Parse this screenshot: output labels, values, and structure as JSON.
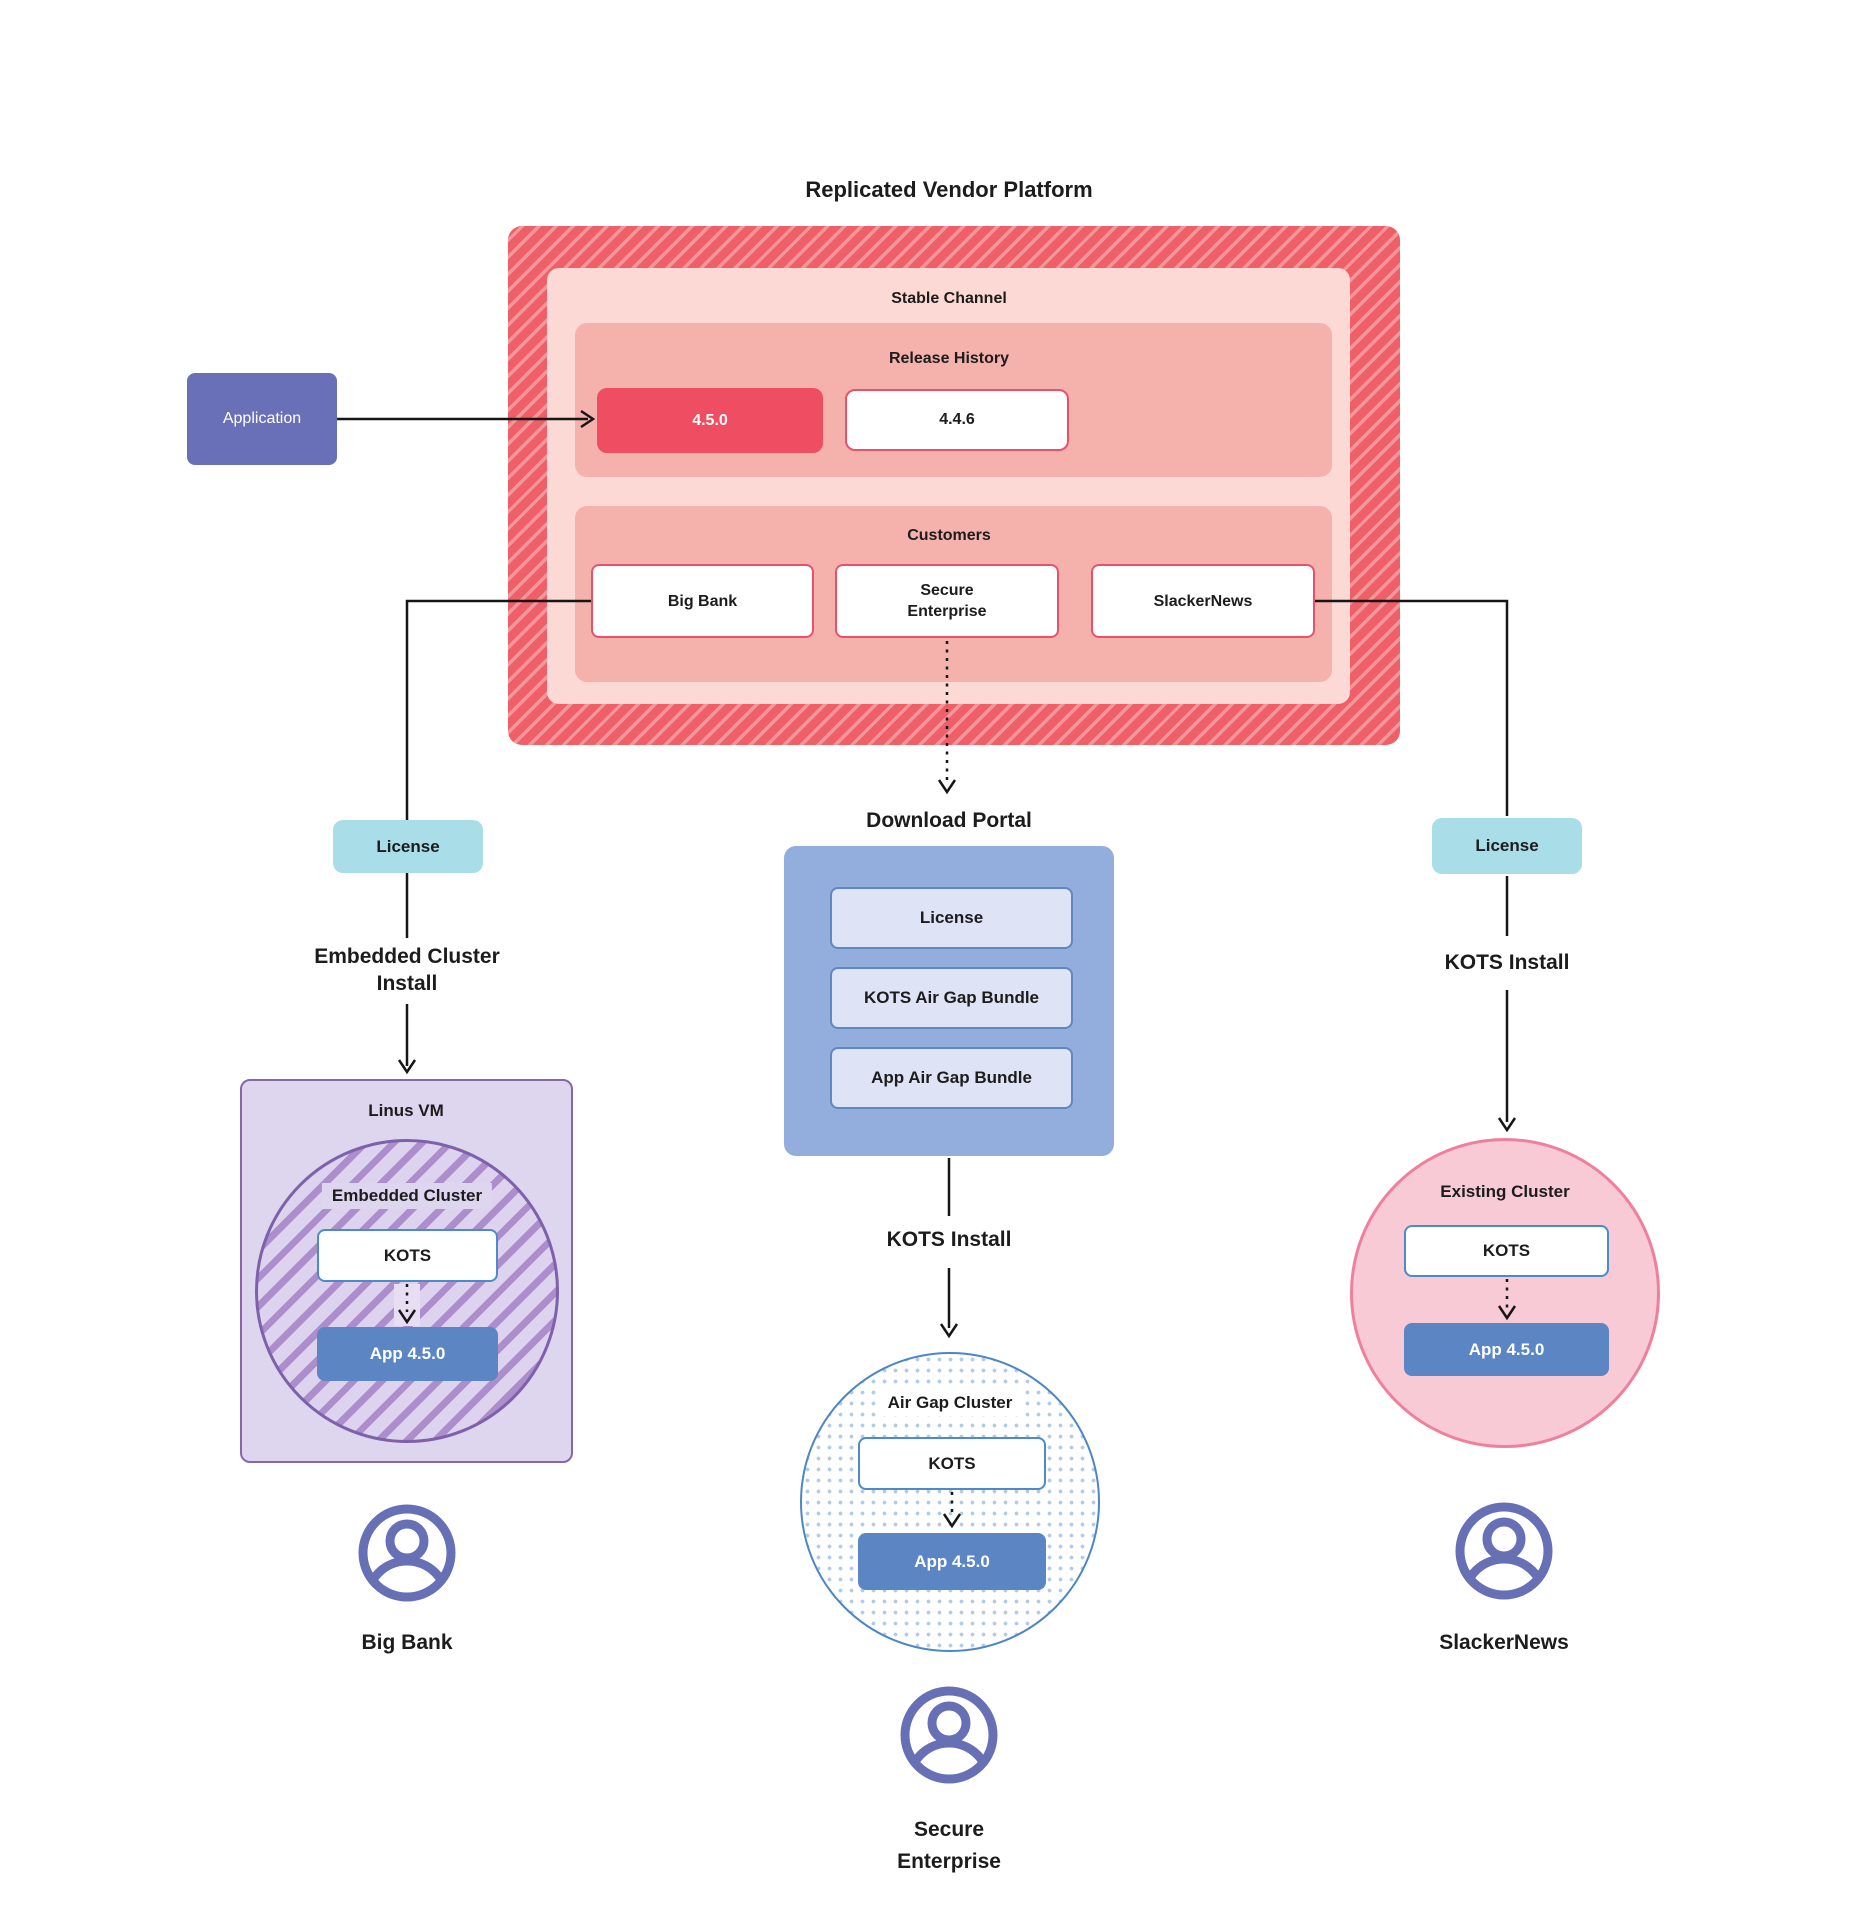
{
  "title": "Replicated Vendor Platform",
  "application": {
    "label": "Application"
  },
  "platform": {
    "stable_channel_label": "Stable Channel",
    "release_history_label": "Release History",
    "releases": [
      "4.5.0",
      "4.4.6"
    ],
    "customers_label": "Customers",
    "customers": [
      "Big Bank",
      "Secure Enterprise",
      "SlackerNews"
    ]
  },
  "left_flow": {
    "license_label": "License",
    "install_label_line1": "Embedded Cluster",
    "install_label_line2": "Install",
    "vm_label": "Linus VM",
    "cluster_label": "Embedded Cluster",
    "kots_label": "KOTS",
    "app_label": "App 4.5.0",
    "customer_name": "Big Bank"
  },
  "center_flow": {
    "portal_label": "Download Portal",
    "portal_items": [
      "License",
      "KOTS Air Gap Bundle",
      "App Air Gap Bundle"
    ],
    "install_label": "KOTS Install",
    "cluster_label": "Air Gap Cluster",
    "kots_label": "KOTS",
    "app_label": "App 4.5.0",
    "customer_name_line1": "Secure",
    "customer_name_line2": "Enterprise"
  },
  "right_flow": {
    "license_label": "License",
    "install_label": "KOTS Install",
    "cluster_label": "Existing Cluster",
    "kots_label": "KOTS",
    "app_label": "App 4.5.0",
    "customer_name": "SlackerNews"
  },
  "colors": {
    "hatch_red": "#ef5f68",
    "hatch_red_light": "#f4959a",
    "channel_pink": "#fcd9d4",
    "section_salmon": "#f5b2ad",
    "release_red": "#ee4d62",
    "box_border_red": "#e9516b",
    "application_indigo": "#6a70b8",
    "license_teal": "#a9dde7",
    "vm_purple_fill": "#ded5ee",
    "vm_purple_border": "#7e61ab",
    "purple_hatch_stripe": "#ab8ecb",
    "app_blue": "#5b86c3",
    "kots_border_blue": "#4d8bc8",
    "portal_blue": "#93aedc",
    "portal_item_fill": "#dee3f5",
    "existing_pink_fill": "#f8cad5",
    "existing_pink_border": "#ef7f9d",
    "airgap_dot_blue": "#b3cbe9",
    "user_icon_indigo": "#6770b5"
  }
}
